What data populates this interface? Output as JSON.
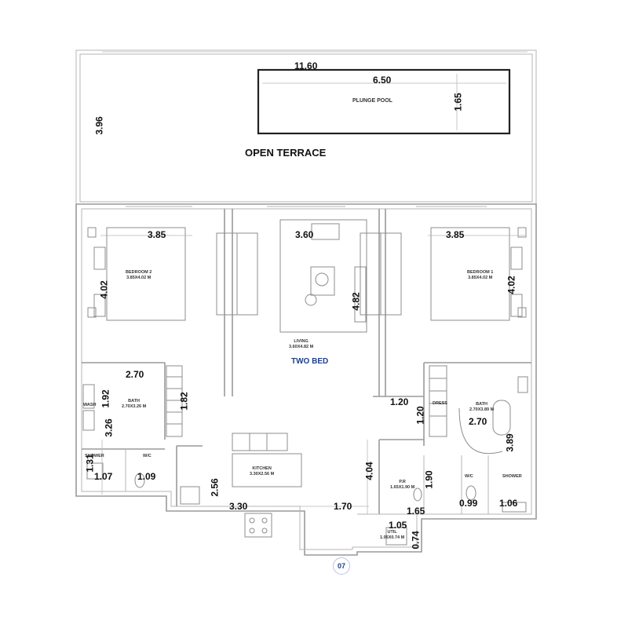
{
  "unit": {
    "name": "TWO BED",
    "sheet_number": "07"
  },
  "terrace": {
    "label": "OPEN TERRACE",
    "width": "11.60",
    "depth": "3.96"
  },
  "pool": {
    "label": "PLUNGE POOL",
    "length": "6.50",
    "width": "1.65"
  },
  "rooms": {
    "bedroom_left": {
      "label": "BEDROOM 2",
      "size": "3.85X4.02 M",
      "width": "3.85",
      "depth": "4.02"
    },
    "bedroom_right": {
      "label": "BEDROOM 1",
      "size": "3.85X4.02 M",
      "width": "3.85",
      "depth": "4.02"
    },
    "living": {
      "label": "LIVING",
      "size": "3.60X4.82 M",
      "width": "3.60",
      "depth": "4.82"
    },
    "bath_left": {
      "label": "BATH",
      "size": "2.70X3.26 M",
      "width": "2.70",
      "depth": "3.26",
      "dim_a": "1.92",
      "dim_b": "1.82"
    },
    "wash": {
      "label": "WASH"
    },
    "shower_left": {
      "label": "SHOWER",
      "width": "1.07",
      "depth": "1.31"
    },
    "wc_left": {
      "label": "W/C",
      "width": "1.09"
    },
    "kitchen": {
      "label": "KITCHEN",
      "size": "3.30X2.56 M",
      "width": "3.30",
      "depth": "2.56"
    },
    "hall": {
      "width": "1.70",
      "depth": "4.04"
    },
    "dress": {
      "label": "DRESS",
      "width": "1.20",
      "depth": "1.20"
    },
    "bath_right": {
      "label": "BATH",
      "size": "2.70X3.89 M",
      "width": "2.70",
      "depth": "3.89"
    },
    "pdr": {
      "label": "P.R",
      "size": "1.65X1.90 M",
      "width": "1.65",
      "depth": "1.90"
    },
    "wc_right": {
      "label": "W/C",
      "width": "0.99"
    },
    "shower_right": {
      "label": "SHOWER",
      "width": "1.06"
    },
    "util": {
      "label": "UTIL",
      "size": "1.05X0.74 M",
      "width": "1.05",
      "depth": "0.74"
    }
  }
}
